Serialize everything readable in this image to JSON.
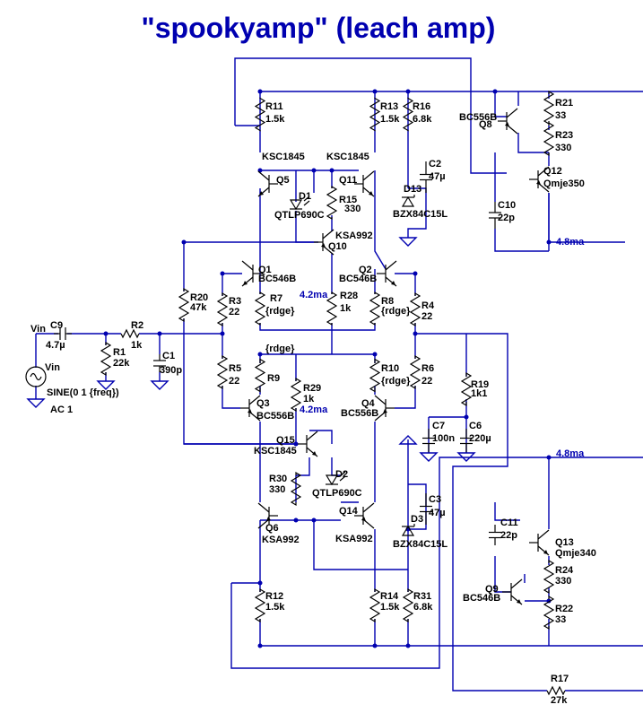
{
  "title": "\"spookyamp\" (leach amp)",
  "colors": {
    "wire": "#0000b0",
    "component": "#000000",
    "annotation": "#0000b0",
    "background": "#ffffff"
  },
  "source": {
    "net": "Vin",
    "name": "Vin",
    "value": "SINE(0 1 {freq})",
    "ac": "AC 1"
  },
  "components": {
    "R1": {
      "name": "R1",
      "value": "22k"
    },
    "R2": {
      "name": "R2",
      "value": "1k"
    },
    "R3": {
      "name": "R3",
      "value": "22"
    },
    "R4": {
      "name": "R4",
      "value": "22"
    },
    "R5": {
      "name": "R5",
      "value": "22"
    },
    "R6": {
      "name": "R6",
      "value": "22"
    },
    "R7": {
      "name": "R7",
      "value": "{rdge}"
    },
    "R8": {
      "name": "R8",
      "value": "{rdge}"
    },
    "R9": {
      "name": "R9",
      "value": "{rdge}"
    },
    "R10": {
      "name": "R10",
      "value": "{rdge}"
    },
    "R11": {
      "name": "R11",
      "value": "1.5k"
    },
    "R12": {
      "name": "R12",
      "value": "1.5k"
    },
    "R13": {
      "name": "R13",
      "value": "1.5k"
    },
    "R14": {
      "name": "R14",
      "value": "1.5k"
    },
    "R15": {
      "name": "R15",
      "value": "330"
    },
    "R16": {
      "name": "R16",
      "value": "6.8k"
    },
    "R17": {
      "name": "R17",
      "value": "27k"
    },
    "R19": {
      "name": "R19",
      "value": "1k1"
    },
    "R20": {
      "name": "R20",
      "value": "47k"
    },
    "R21": {
      "name": "R21",
      "value": "33"
    },
    "R22": {
      "name": "R22",
      "value": "33"
    },
    "R23": {
      "name": "R23",
      "value": "330"
    },
    "R24": {
      "name": "R24",
      "value": "330"
    },
    "R28": {
      "name": "R28",
      "value": "1k"
    },
    "R29": {
      "name": "R29",
      "value": "1k"
    },
    "R30": {
      "name": "R30",
      "value": "330"
    },
    "R31": {
      "name": "R31",
      "value": "6.8k"
    },
    "C1": {
      "name": "C1",
      "value": "390p"
    },
    "C2": {
      "name": "C2",
      "value": "47µ"
    },
    "C3": {
      "name": "C3",
      "value": "47µ"
    },
    "C6": {
      "name": "C6",
      "value": "220µ"
    },
    "C7": {
      "name": "C7",
      "value": "100n"
    },
    "C9": {
      "name": "C9",
      "value": "4.7µ"
    },
    "C10": {
      "name": "C10",
      "value": "22p"
    },
    "C11": {
      "name": "C11",
      "value": "22p"
    },
    "D1": {
      "name": "D1",
      "value": "QTLP690C"
    },
    "D2": {
      "name": "D2",
      "value": "QTLP690C"
    },
    "D3": {
      "name": "D3",
      "value": "BZX84C15L"
    },
    "D13": {
      "name": "D13",
      "value": "BZX84C15L"
    },
    "Q1": {
      "name": "Q1",
      "value": "BC546B"
    },
    "Q2": {
      "name": "Q2",
      "value": "BC546B"
    },
    "Q3": {
      "name": "Q3",
      "value": "BC556B"
    },
    "Q4": {
      "name": "Q4",
      "value": "BC556B"
    },
    "Q5": {
      "name": "Q5",
      "value": "KSC1845"
    },
    "Q6": {
      "name": "Q6",
      "value": "KSA992"
    },
    "Q8": {
      "name": "Q8",
      "value": "BC556B"
    },
    "Q9": {
      "name": "Q9",
      "value": "BC546B"
    },
    "Q10": {
      "name": "Q10",
      "value": "KSA992"
    },
    "Q11": {
      "name": "Q11",
      "value": "KSC1845"
    },
    "Q12": {
      "name": "Q12",
      "value": "Qmje350"
    },
    "Q13": {
      "name": "Q13",
      "value": "Qmje340"
    },
    "Q14": {
      "name": "Q14",
      "value": "KSA992"
    },
    "Q15": {
      "name": "Q15",
      "value": "KSC1845"
    }
  },
  "currents": {
    "left_top": "4.2ma",
    "left_bottom": "4.2ma",
    "right_top": "4.8ma",
    "right_bottom": "4.8ma"
  }
}
